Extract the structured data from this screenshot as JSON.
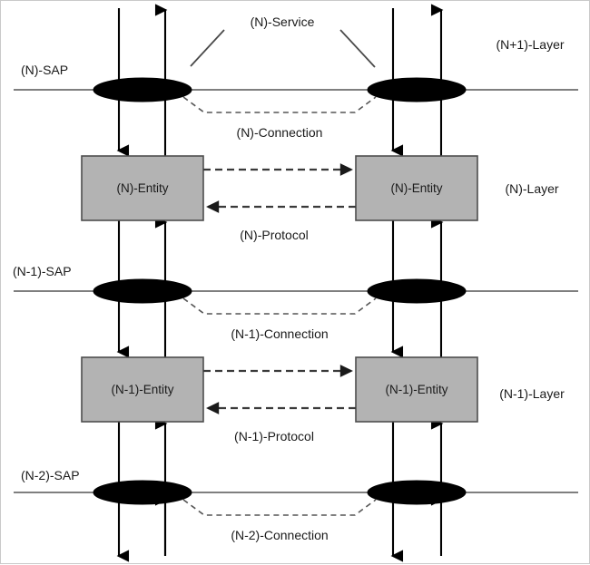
{
  "diagram": {
    "title": "OSI layer service / protocol reference diagram",
    "colors": {
      "entity_fill": "#b3b3b3",
      "entity_stroke": "#4d4d4d",
      "sap_fill": "#000000",
      "line": "#000000",
      "dashed": "#555555",
      "background": "#ffffff"
    },
    "labels": {
      "service": "(N)-Service",
      "layer_n_plus_1": "(N+1)-Layer",
      "layer_n": "(N)-Layer",
      "layer_n_minus_1": "(N-1)-Layer",
      "sap_n": "(N)-SAP",
      "sap_n_minus_1": "(N-1)-SAP",
      "sap_n_minus_2": "(N-2)-SAP",
      "connection_n": "(N)-Connection",
      "connection_n_minus_1": "(N-1)-Connection",
      "connection_n_minus_2": "(N-2)-Connection",
      "protocol_n": "(N)-Protocol",
      "protocol_n_minus_1": "(N-1)-Protocol",
      "entity_n_left": "(N)-Entity",
      "entity_n_right": "(N)-Entity",
      "entity_n_minus_1_left": "(N-1)-Entity",
      "entity_n_minus_1_right": "(N-1)-Entity"
    }
  }
}
